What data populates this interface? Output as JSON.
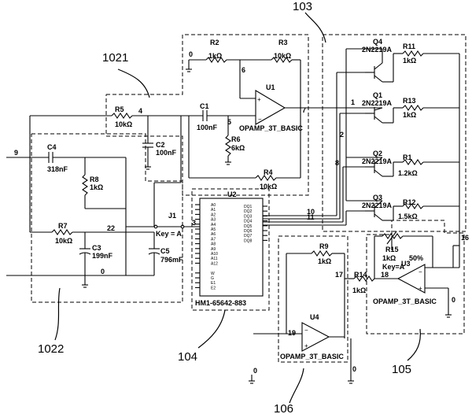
{
  "refs": {
    "r103": "103",
    "r1021": "1021",
    "r1022": "1022",
    "r104": "104",
    "r105": "105",
    "r106": "106"
  },
  "parts": {
    "r2": "R2",
    "r2v": "1kΩ",
    "r3": "R3",
    "r3v": "10kΩ",
    "u1": "U1",
    "u1m": "OPAMP_3T_BASIC",
    "r5": "R5",
    "r5v": "10kΩ",
    "c1": "C1",
    "c1v": "100nF",
    "c2": "C2",
    "c2v": "100nF",
    "r6": "R6",
    "r6v": "6kΩ",
    "r4": "R4",
    "r4v": "10kΩ",
    "c4": "C4",
    "c4v": "318nF",
    "r8": "R8",
    "r8v": "1kΩ",
    "r7": "R7",
    "r7v": "10kΩ",
    "c3": "C3",
    "c3v": "199nF",
    "c5": "C5",
    "c5v": "796mF",
    "j1": "J1",
    "j1k": "Key = A",
    "u2": "U2",
    "u2m": "HM1-65642-883",
    "q4": "Q4",
    "q4m": "2N2219A",
    "r11": "R11",
    "r11v": "1kΩ",
    "q1": "Q1",
    "q1m": "2N2219A",
    "r13": "R13",
    "r13v": "1kΩ",
    "q2": "Q2",
    "q2m": "2N2219A",
    "r1": "R1",
    "r1v": "1.2kΩ",
    "q3": "Q3",
    "q3m": "2N2219A",
    "r12": "R12",
    "r12v": "1.5kΩ",
    "r9": "R9",
    "r9v": "1kΩ",
    "r14": "R14",
    "r14v": "1kΩ",
    "u4": "U4",
    "u4m": "OPAMP_3T_BASIC",
    "r15": "R15",
    "r15v": "1kΩ",
    "r15p": "50%",
    "r15k": "Key=A",
    "u3": "U3",
    "u3m": "OPAMP_3T_BASIC"
  },
  "nodes": {
    "n0a": "0",
    "n6": "6",
    "n4": "4",
    "n7": "7",
    "n5": "5",
    "n1": "1",
    "n9": "9",
    "n22": "22",
    "n3": "3",
    "n0b": "0",
    "n2": "2",
    "n8": "8",
    "n10": "10",
    "n11": "11",
    "n17": "17",
    "n18": "18",
    "n19": "19",
    "n16": "16",
    "n0c": "0",
    "n0d": "0",
    "n0e": "0"
  },
  "u2_pins_left": [
    "A0",
    "A1",
    "A2",
    "A3",
    "A4",
    "A5",
    "A6",
    "A7",
    "A8",
    "A9",
    "A10",
    "A11",
    "A12",
    "",
    "W",
    "G",
    "E1",
    "E2"
  ],
  "u2_pins_right": [
    "DQ1",
    "DQ2",
    "DQ3",
    "DQ4",
    "DQ5",
    "DQ6",
    "DQ7",
    "DQ8"
  ]
}
